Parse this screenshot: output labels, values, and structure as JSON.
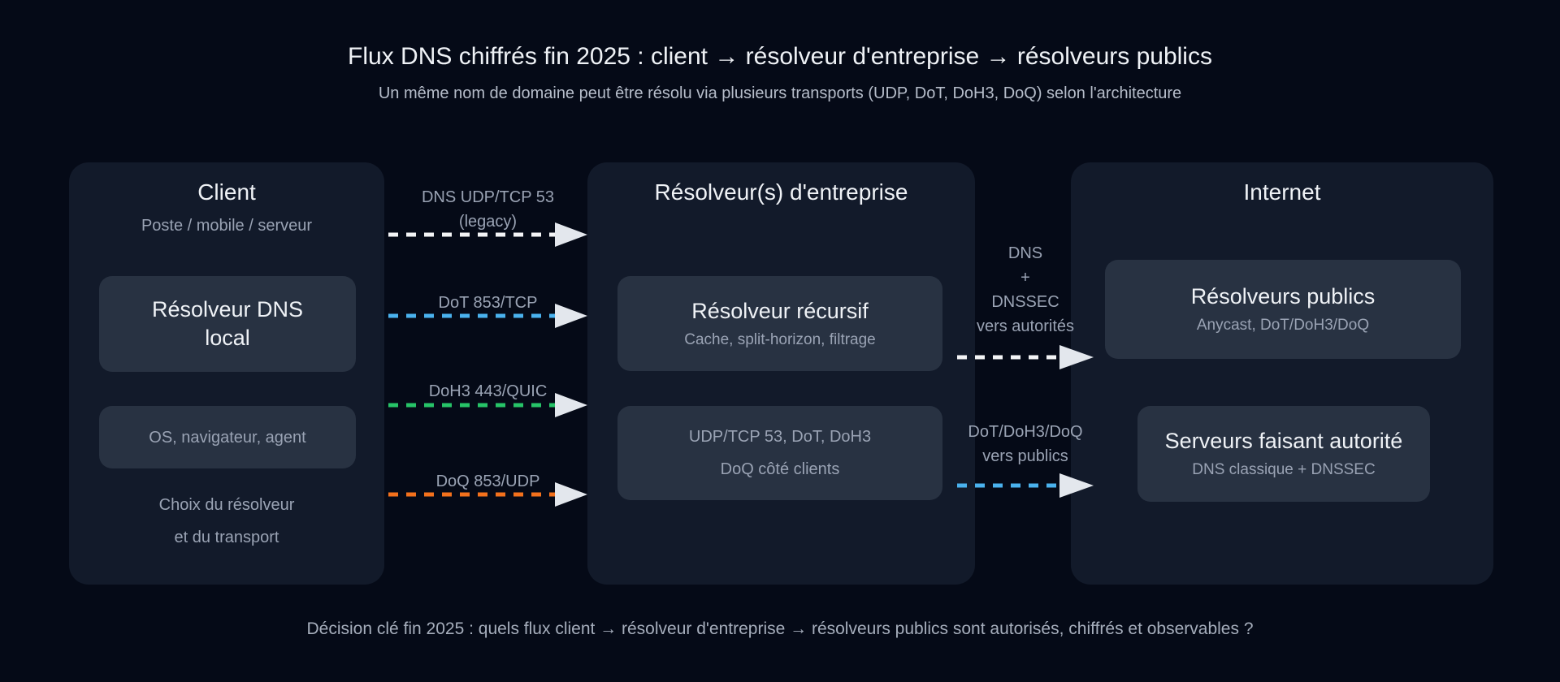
{
  "colors": {
    "background": "#050a17",
    "panel": "#121a2a",
    "card": "#283242",
    "title_text": "#eff2f6",
    "muted_text": "#9aa3b4",
    "caption_text": "#a6aebc",
    "subtitle_text": "#b6bdca",
    "flow_white": "#f3f4f6",
    "flow_blue": "#4ab2ee",
    "flow_green": "#27c468",
    "flow_orange": "#f4711c",
    "arrowhead": "#e3e7ed"
  },
  "header": {
    "title": "Flux DNS chiffrés fin 2025 : client → résolveur d'entreprise → résolveurs publics",
    "subtitle": "Un même nom de domaine peut être résolu via plusieurs transports (UDP, DoT, DoH3, DoQ) selon l'architecture"
  },
  "panels": {
    "client": {
      "title": "Client",
      "subtitle": "Poste / mobile / serveur",
      "card1_line1": "Résolveur DNS",
      "card1_line2": "local",
      "card2": "OS, navigateur, agent",
      "footer_line1": "Choix du résolveur",
      "footer_line2": "et du transport"
    },
    "enterprise": {
      "title": "Résolveur(s) d'entreprise",
      "card1_title": "Résolveur récursif",
      "card1_subtitle": "Cache, split-horizon, filtrage",
      "card2_line1": "UDP/TCP 53, DoT, DoH3",
      "card2_line2": "DoQ côté clients"
    },
    "internet": {
      "title": "Internet",
      "card1_title": "Résolveurs publics",
      "card1_subtitle": "Anycast, DoT/DoH3/DoQ",
      "card2_title": "Serveurs faisant autorité",
      "card2_subtitle": "DNS classique + DNSSEC"
    }
  },
  "flows": {
    "udp53": {
      "label_line1": "DNS UDP/TCP 53",
      "label_line2": "(legacy)"
    },
    "dot": {
      "label": "DoT 853/TCP"
    },
    "doh3": {
      "label": "DoH3 443/QUIC"
    },
    "doq": {
      "label": "DoQ 853/UDP"
    },
    "authorities": {
      "line1": "DNS",
      "line2": "+",
      "line3": "DNSSEC",
      "line4": "vers autorités"
    },
    "publics": {
      "line1": "DoT/DoH3/DoQ",
      "line2": "vers publics"
    }
  },
  "footer": {
    "caption": "Décision clé fin 2025 : quels flux client → résolveur d'entreprise → résolveurs publics sont autorisés, chiffrés et observables ?"
  }
}
